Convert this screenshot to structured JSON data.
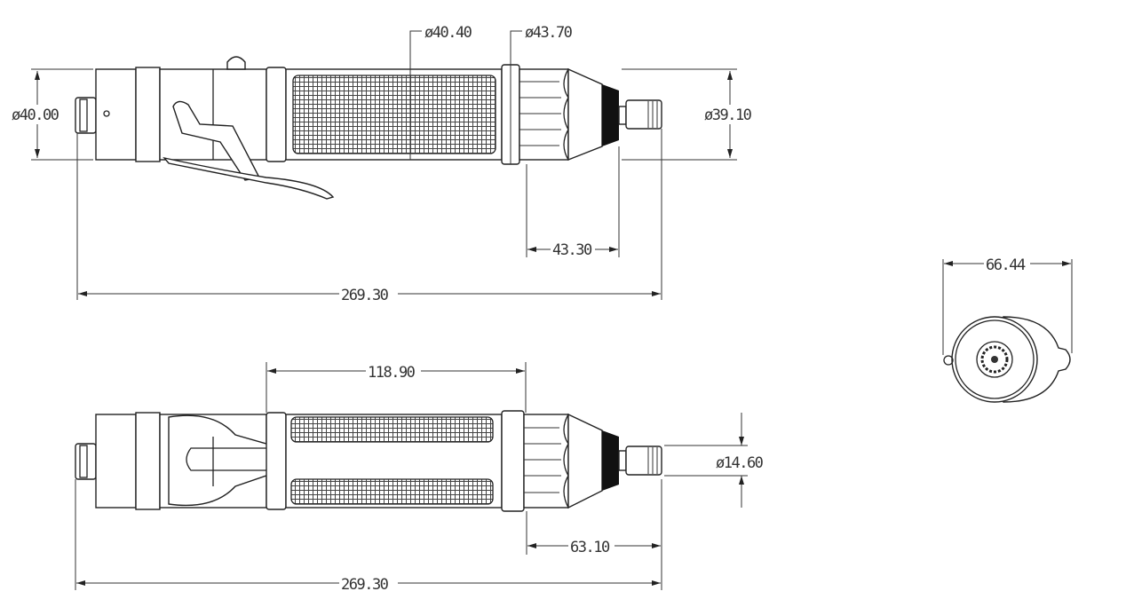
{
  "top_view": {
    "dia_tail": "ø40.00",
    "dia_grip": "ø40.40",
    "dia_ring": "ø43.70",
    "dia_nose": "ø39.10",
    "len_nose": "43.30",
    "len_total": "269.30"
  },
  "bottom_view": {
    "len_grip": "118.90",
    "dia_bit": "ø14.60",
    "len_front": "63.10",
    "len_total": "269.30"
  },
  "end_view": {
    "width": "66.44"
  },
  "colors": {
    "line": "#222222",
    "background": "#ffffff"
  }
}
